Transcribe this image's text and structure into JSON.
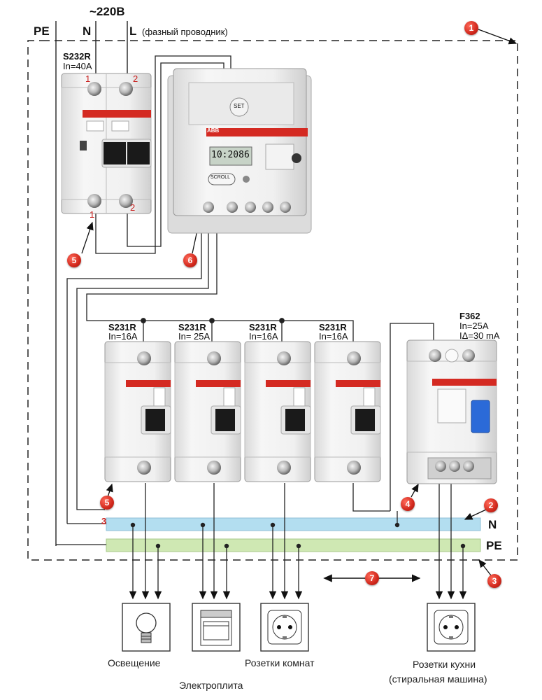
{
  "supply": {
    "voltage": "~220B",
    "pe": "PE",
    "n": "N",
    "l": "L",
    "l_note": "(фазный проводник)"
  },
  "main_breaker": {
    "model": "S232R",
    "rating": "In=40A",
    "pin_top_1": "1",
    "pin_top_2": "2",
    "pin_bot_1": "1",
    "pin_bot_2": "2"
  },
  "meter": {
    "brand": "ABB",
    "display": "10:2086",
    "button": "SET",
    "scroll": "SCROLL"
  },
  "breakers": [
    {
      "model": "S231R",
      "rating": "In=16A"
    },
    {
      "model": "S231R",
      "rating": "In= 25A"
    },
    {
      "model": "S231R",
      "rating": "In=16A"
    },
    {
      "model": "S231R",
      "rating": "In=16A"
    }
  ],
  "rcd": {
    "model": "F362",
    "rating": "In=25A",
    "leak": "IΔ=30 mA"
  },
  "buses": {
    "n": "N",
    "pe": "PE"
  },
  "markers": [
    "1",
    "2",
    "3",
    "4",
    "5",
    "5",
    "6",
    "7",
    "3"
  ],
  "consumers": {
    "lighting": "Освещение",
    "stove": "Электроплита",
    "room_sockets": "Розетки комнат",
    "kitchen_sockets_1": "Розетки кухни",
    "kitchen_sockets_2": "(стиральная машина)"
  },
  "colors": {
    "n_bus": "#b3def0",
    "pe_bus": "#cfe8b3",
    "marker": "#d1281c",
    "breaker_body": "#eeeeee",
    "abb_band": "#d42a22"
  }
}
